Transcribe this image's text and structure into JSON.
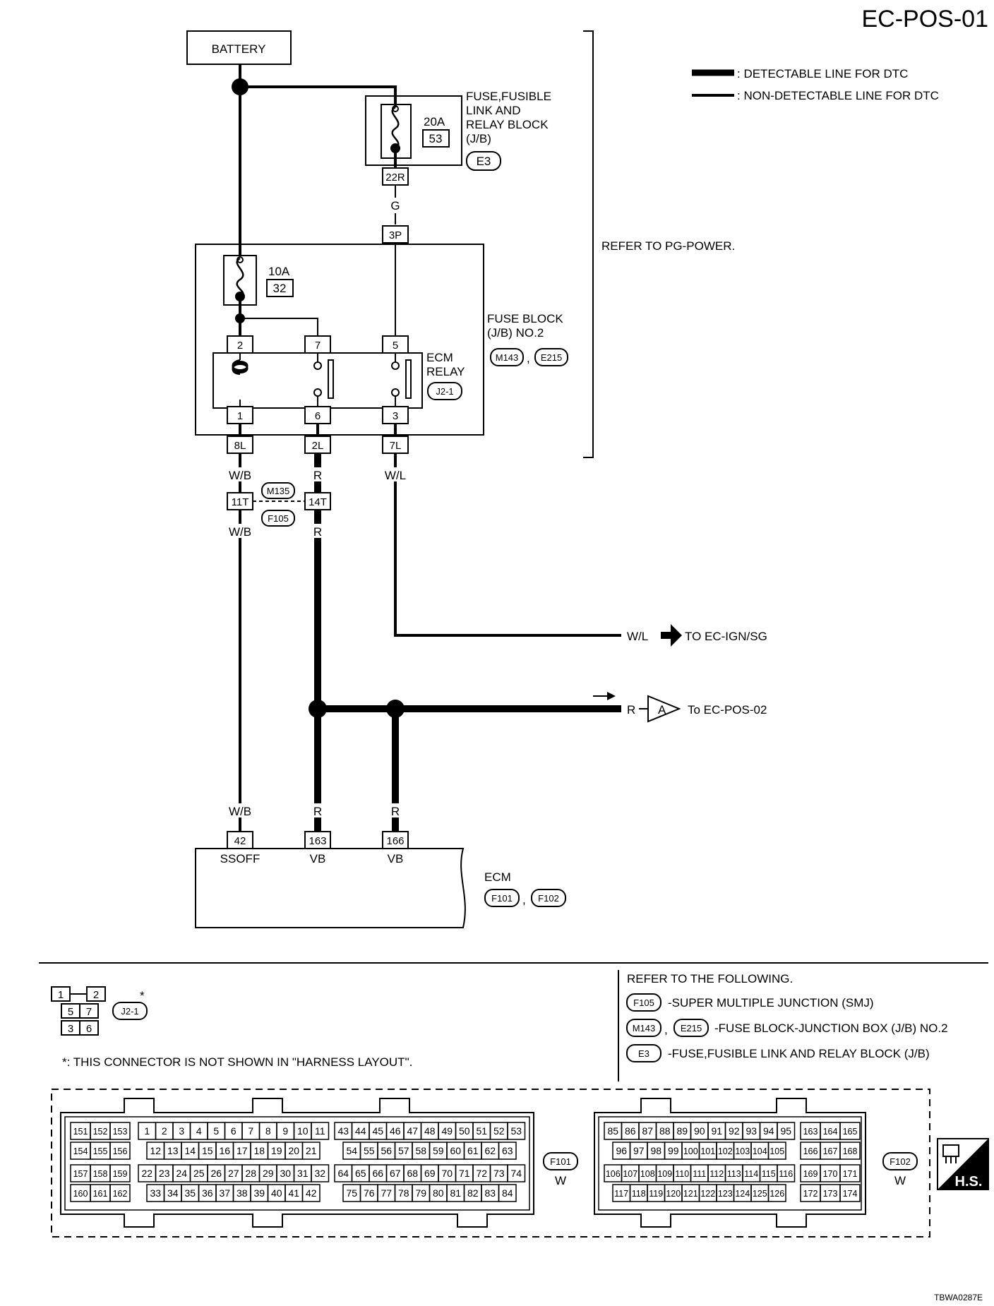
{
  "page_id": "EC-POS-01",
  "doc_code": "TBWA0287E",
  "legend": {
    "detectable": ": DETECTABLE LINE FOR DTC",
    "non_detectable": ": NON-DETECTABLE LINE FOR DTC"
  },
  "battery": "BATTERY",
  "fuse_block_1": {
    "name_lines": [
      "FUSE,FUSIBLE",
      "LINK AND",
      "RELAY BLOCK",
      "(J/B)"
    ],
    "amp": "20A",
    "fuse_no": "53",
    "connector": "E3",
    "terminal": "22R"
  },
  "wire_g": "G",
  "refer_pg": "REFER TO PG-POWER.",
  "fuse_block_2": {
    "terminal_top": "3P",
    "amp": "10A",
    "fuse_no": "32",
    "name_lines": [
      "FUSE BLOCK",
      "(J/B) NO.2"
    ],
    "connectors": [
      "M143",
      "E215"
    ],
    "comma": ","
  },
  "ecm_relay": {
    "name_lines": [
      "ECM",
      "RELAY"
    ],
    "connector": "J2-1",
    "pins_top": [
      "2",
      "7",
      "5"
    ],
    "pins_bottom": [
      "1",
      "6",
      "3"
    ]
  },
  "jb_terminals": [
    "8L",
    "2L",
    "7L"
  ],
  "wires": {
    "wb": "W/B",
    "r": "R",
    "wl": "W/L"
  },
  "smj": {
    "pins": [
      "11T",
      "14T"
    ],
    "connectors": [
      "M135",
      "F105"
    ]
  },
  "to_ign": "TO EC-IGN/SG",
  "link_a": {
    "wire": "R",
    "letter": "A",
    "label": "To EC-POS-02"
  },
  "ecm": {
    "name": "ECM",
    "pins": [
      "42",
      "163",
      "166"
    ],
    "pin_names": [
      "SSOFF",
      "VB",
      "VB"
    ],
    "connectors": [
      "F101",
      "F102"
    ],
    "comma": ","
  },
  "relay_face": {
    "cells": [
      "1",
      "2",
      "5",
      "7",
      "3",
      "6"
    ],
    "connector": "J2-1",
    "star": "*"
  },
  "footnote": "*: THIS CONNECTOR IS NOT SHOWN IN \"HARNESS LAYOUT\".",
  "refer": {
    "title": "REFER TO THE FOLLOWING.",
    "items": [
      {
        "conns": [
          "F105"
        ],
        "text": "-SUPER MULTIPLE JUNCTION (SMJ)"
      },
      {
        "conns": [
          "M143",
          "E215"
        ],
        "text": "-FUSE BLOCK-JUNCTION BOX (J/B) NO.2"
      },
      {
        "conns": [
          "E3"
        ],
        "text": "-FUSE,FUSIBLE LINK AND RELAY BLOCK (J/B)"
      }
    ]
  },
  "f101": {
    "connector": "F101",
    "color": "W",
    "block_left": [
      [
        "151",
        "152",
        "153"
      ],
      [
        "154",
        "155",
        "156"
      ],
      [
        "157",
        "158",
        "159"
      ],
      [
        "160",
        "161",
        "162"
      ]
    ],
    "row1": [
      "1",
      "2",
      "3",
      "4",
      "5",
      "6",
      "7",
      "8",
      "9",
      "10",
      "11"
    ],
    "row2": [
      "12",
      "13",
      "14",
      "15",
      "16",
      "17",
      "18",
      "19",
      "20",
      "21"
    ],
    "row3": [
      "22",
      "23",
      "24",
      "25",
      "26",
      "27",
      "28",
      "29",
      "30",
      "31",
      "32"
    ],
    "row4": [
      "33",
      "34",
      "35",
      "36",
      "37",
      "38",
      "39",
      "40",
      "41",
      "42"
    ],
    "row1b": [
      "43",
      "44",
      "45",
      "46",
      "47",
      "48",
      "49",
      "50",
      "51",
      "52",
      "53"
    ],
    "row2b": [
      "54",
      "55",
      "56",
      "57",
      "58",
      "59",
      "60",
      "61",
      "62",
      "63"
    ],
    "row3b": [
      "64",
      "65",
      "66",
      "67",
      "68",
      "69",
      "70",
      "71",
      "72",
      "73",
      "74"
    ],
    "row4b": [
      "75",
      "76",
      "77",
      "78",
      "79",
      "80",
      "81",
      "82",
      "83",
      "84"
    ]
  },
  "f102": {
    "connector": "F102",
    "color": "W",
    "row1": [
      "85",
      "86",
      "87",
      "88",
      "89",
      "90",
      "91",
      "92",
      "93",
      "94",
      "95"
    ],
    "row2": [
      "96",
      "97",
      "98",
      "99",
      "100",
      "101",
      "102",
      "103",
      "104",
      "105"
    ],
    "row3": [
      "106",
      "107",
      "108",
      "109",
      "110",
      "111",
      "112",
      "113",
      "114",
      "115",
      "116"
    ],
    "row4": [
      "117",
      "118",
      "119",
      "120",
      "121",
      "122",
      "123",
      "124",
      "125",
      "126"
    ],
    "block_right": [
      [
        "163",
        "164",
        "165"
      ],
      [
        "166",
        "167",
        "168"
      ],
      [
        "169",
        "170",
        "171"
      ],
      [
        "172",
        "173",
        "174"
      ]
    ]
  },
  "hs_badge": "H.S."
}
